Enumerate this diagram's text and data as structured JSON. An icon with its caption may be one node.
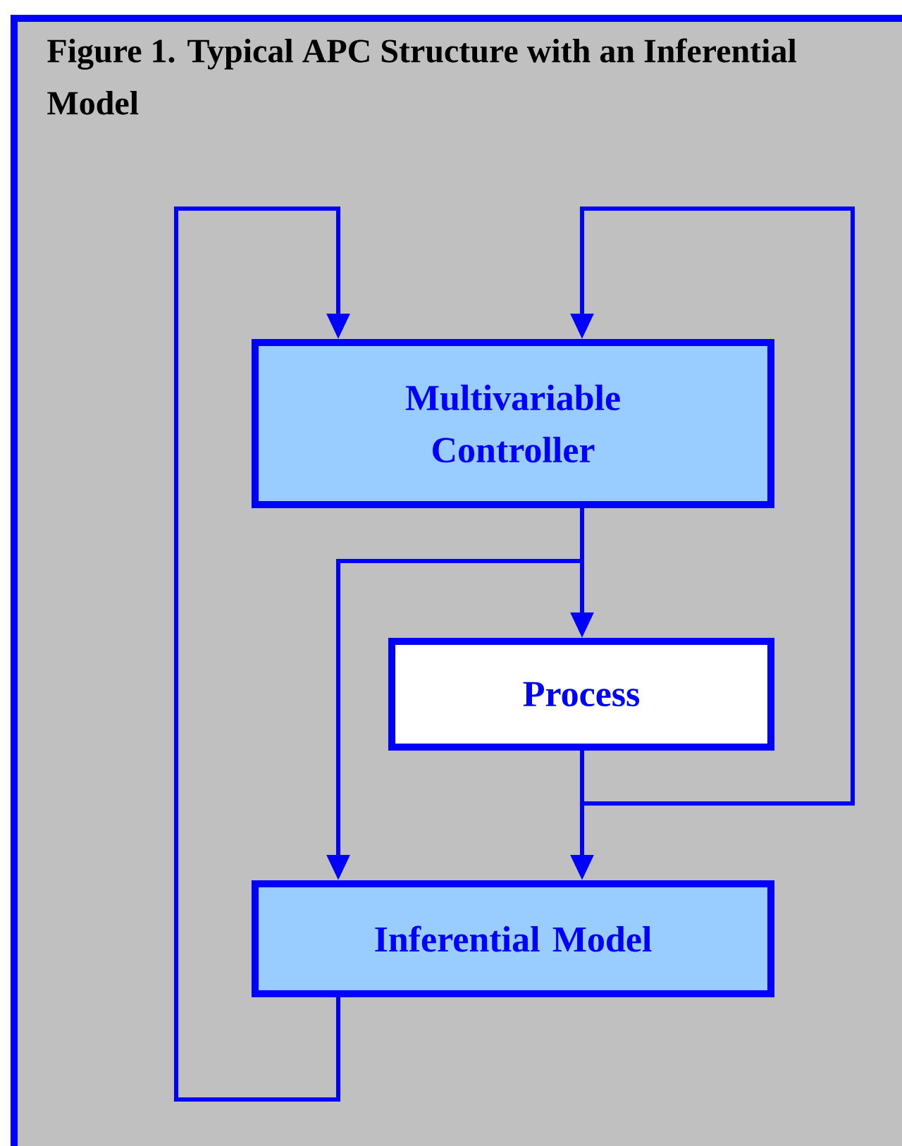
{
  "diagram": {
    "title": "Figure 1. Typical APC Structure with an Inferential Model",
    "nodes": [
      {
        "text": [
          "Multivariable Controller"
        ]
      },
      {
        "text": [
          "Process"
        ]
      },
      {
        "text": [
          "Inferential Model"
        ]
      }
    ],
    "edges": [
      {
        "from": 0,
        "to": 1,
        "arrow": "to"
      },
      {
        "from": 0,
        "to": 2,
        "arrow": "to"
      },
      {
        "from": 1,
        "to": 2,
        "arrow": "to"
      },
      {
        "from": 1,
        "to": 0,
        "arrow": "to"
      },
      {
        "from": 2,
        "to": 0,
        "arrow": "to"
      }
    ]
  }
}
